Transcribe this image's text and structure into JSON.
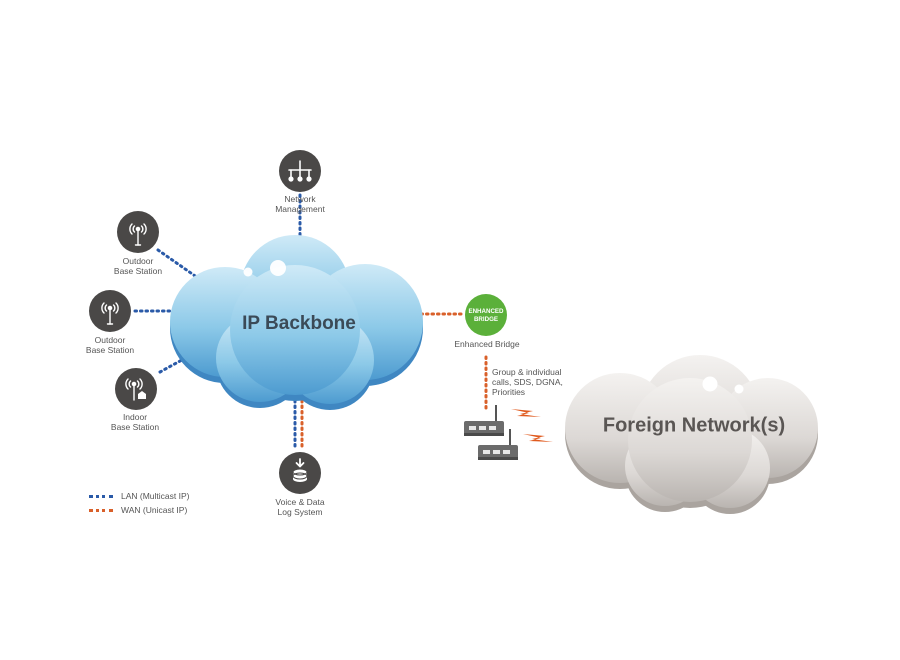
{
  "colors": {
    "lan": "#2a5aa8",
    "wan": "#d9602a",
    "icon_bg": "#4a4847",
    "bridge_bg": "#5bb03a",
    "ip_cloud": "#8cc9e8",
    "foreign_cloud": "#d9d5d2"
  },
  "ip_backbone": {
    "title": "IP Backbone"
  },
  "foreign_network": {
    "title": "Foreign Network(s)"
  },
  "nodes": {
    "network_management": {
      "line1": "Network",
      "line2": "Management",
      "icon": "network-icon"
    },
    "outdoor_bs_1": {
      "line1": "Outdoor",
      "line2": "Base Station",
      "icon": "antenna-icon"
    },
    "outdoor_bs_2": {
      "line1": "Outdoor",
      "line2": "Base Station",
      "icon": "antenna-icon"
    },
    "indoor_bs": {
      "line1": "Indoor",
      "line2": "Base Station",
      "icon": "indoor-antenna-icon"
    },
    "voice_log": {
      "line1": "Voice & Data",
      "line2": "Log System",
      "icon": "database-icon"
    },
    "bridge": {
      "badge1": "ENHANCED",
      "badge2": "BRIDGE",
      "label": "Enhanced Bridge"
    }
  },
  "bridge_note": [
    "Group & individual",
    "calls, SDS, DGNA,",
    "Priorities"
  ],
  "legend": {
    "lan": "LAN (Multicast IP)",
    "wan": "WAN (Unicast IP)"
  }
}
